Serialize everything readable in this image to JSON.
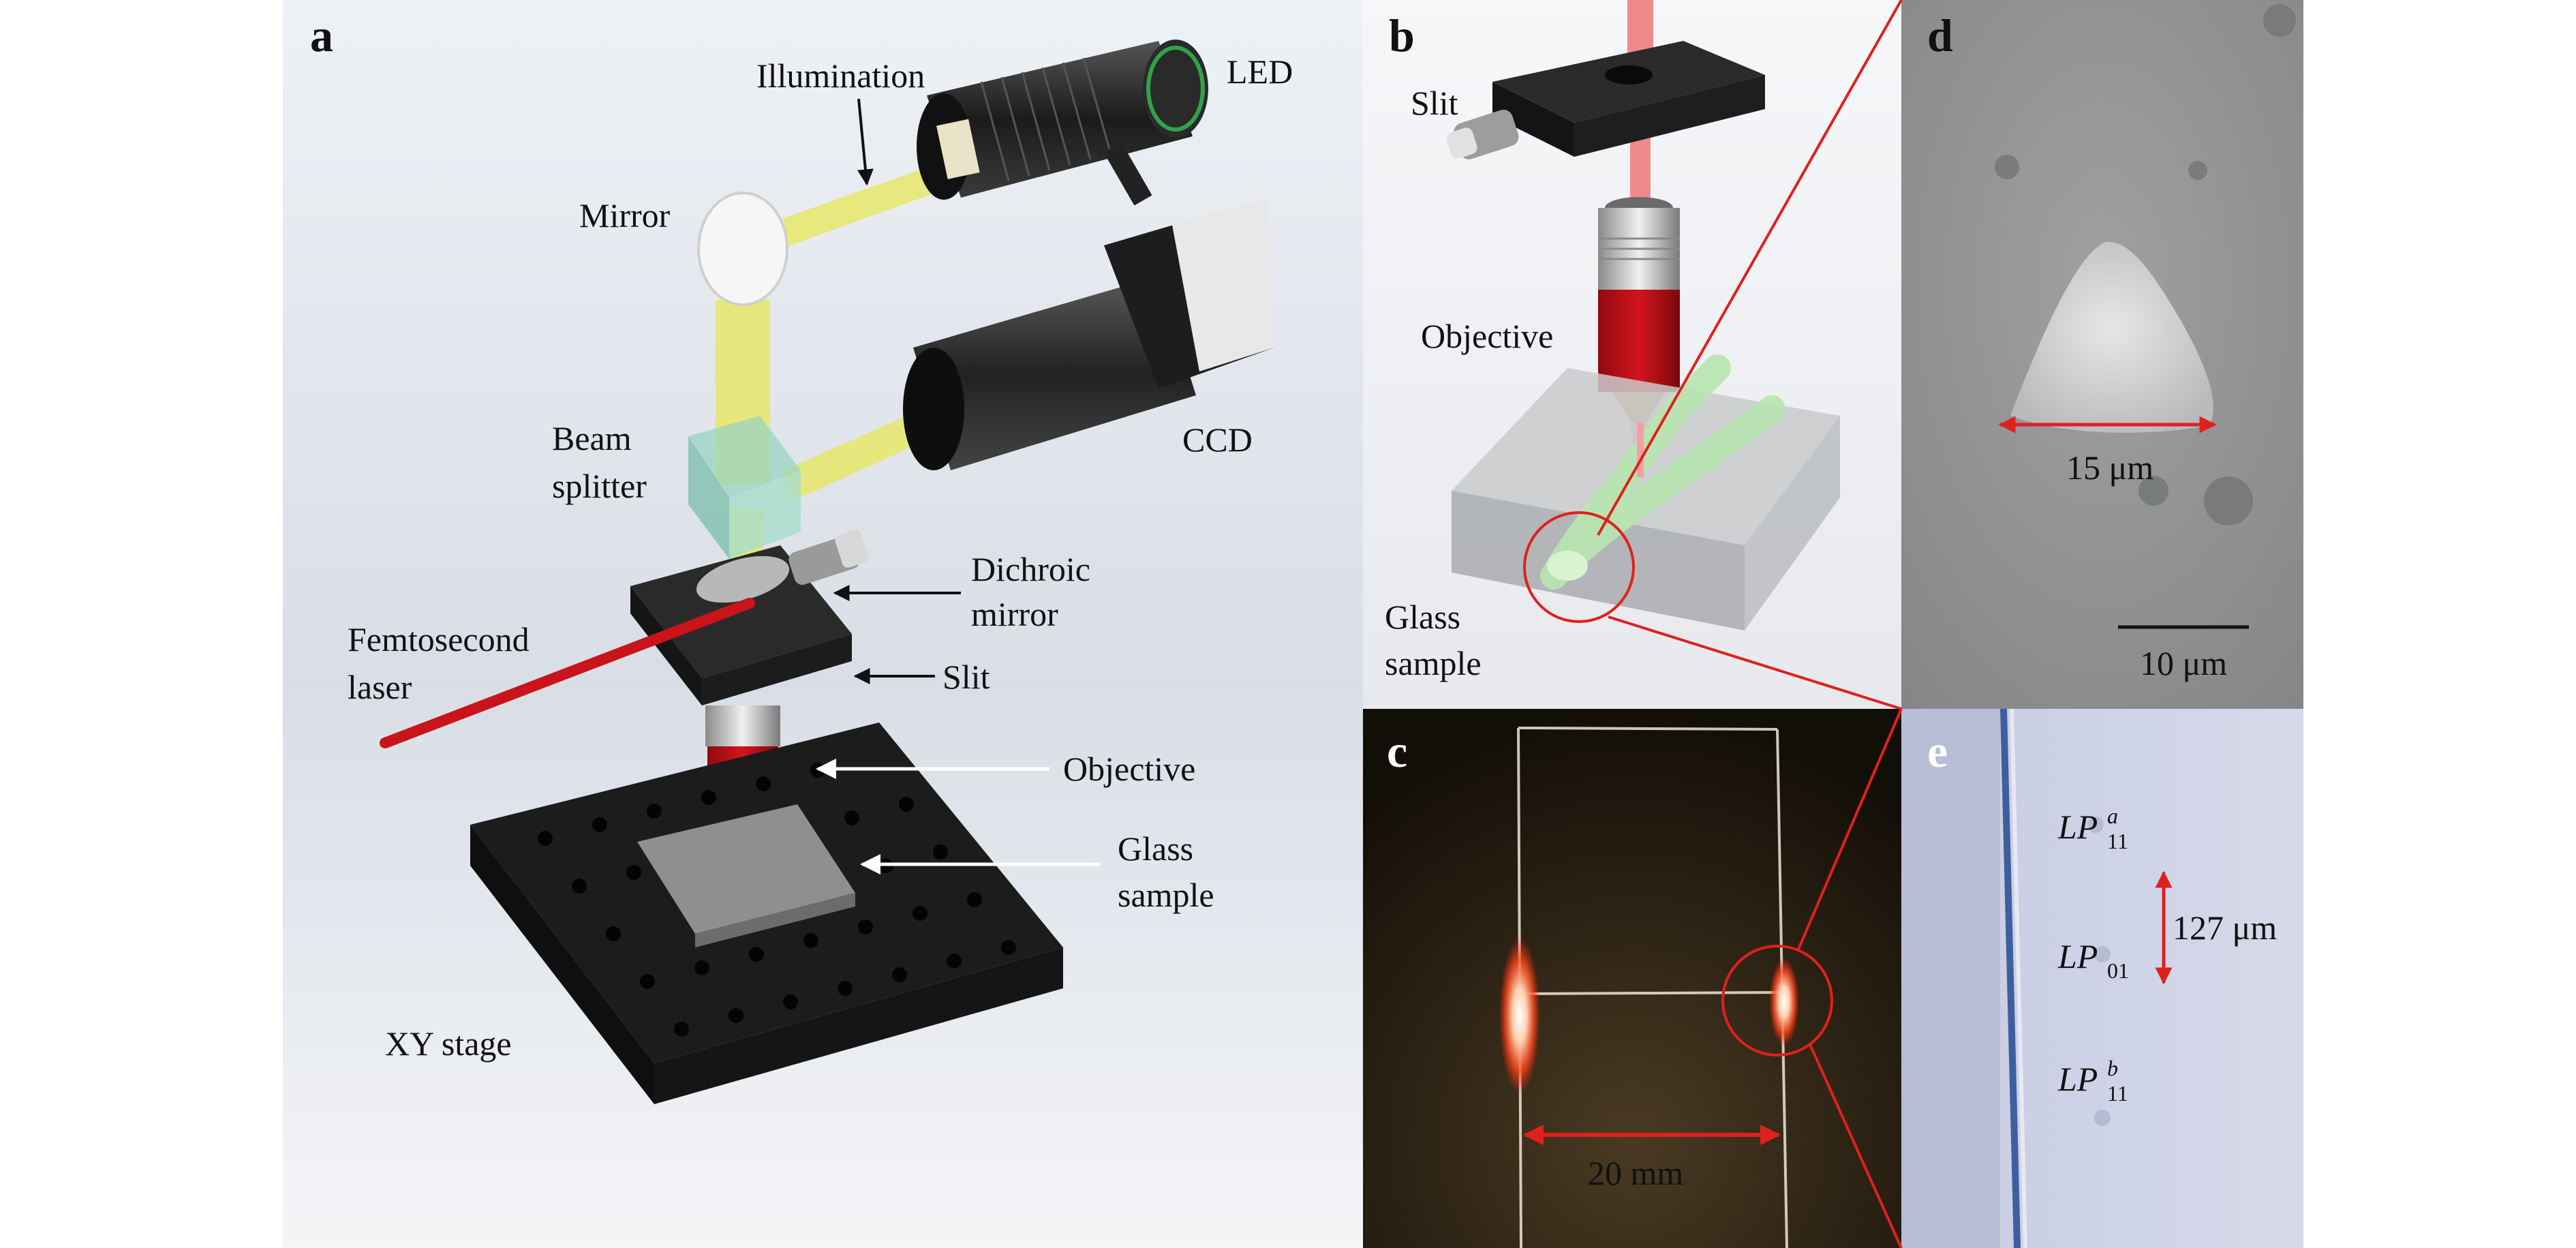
{
  "panels": {
    "a": {
      "letter": "a",
      "labels": {
        "illumination": "Illumination",
        "led": "LED",
        "mirror": "Mirror",
        "ccd": "CCD",
        "beam_splitter_1": "Beam",
        "beam_splitter_2": "splitter",
        "dichroic_1": "Dichroic",
        "dichroic_2": "mirror",
        "femtosecond_1": "Femtosecond",
        "femtosecond_2": "laser",
        "slit": "Slit",
        "objective": "Objective",
        "glass_1": "Glass",
        "glass_2": "sample",
        "xy_stage": "XY stage"
      }
    },
    "b": {
      "letter": "b",
      "labels": {
        "slit": "Slit",
        "objective": "Objective",
        "glass_1": "Glass",
        "glass_2": "sample"
      }
    },
    "c": {
      "letter": "c",
      "scale": "20 mm"
    },
    "d": {
      "letter": "d",
      "width_label": "15 μm",
      "scale": "10 μm"
    },
    "e": {
      "letter": "e",
      "spacing": "127 μm",
      "modes": {
        "lp11a_base": "LP",
        "lp11a_sub": "11",
        "lp11a_sup": "a",
        "lp01_base": "LP",
        "lp01_sub": "01",
        "lp11b_base": "LP",
        "lp11b_sub": "11",
        "lp11b_sup": "b"
      }
    }
  },
  "colors": {
    "laser_red": "#c8141a",
    "annotation_red": "#e0201e",
    "beam_yellow": "#e6e86a",
    "waveguide_green": "#b8e6b0"
  }
}
